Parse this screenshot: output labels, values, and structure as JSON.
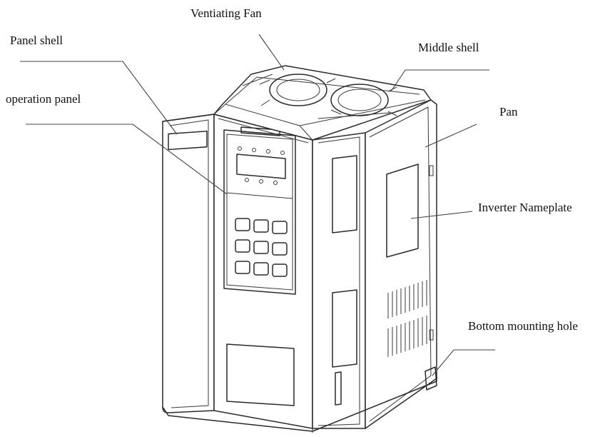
{
  "labels": {
    "ventilating_fan": "Ventiating Fan",
    "panel_shell": "Panel shell",
    "middle_shell": "Middle shell",
    "operation_panel": "operation panel",
    "pan": "Pan",
    "inverter_nameplate": "Inverter Nameplate",
    "bottom_mounting_hole": "Bottom mounting hole"
  },
  "colors": {
    "line": "#2a2a2a",
    "text": "#111111",
    "background": "#ffffff"
  }
}
